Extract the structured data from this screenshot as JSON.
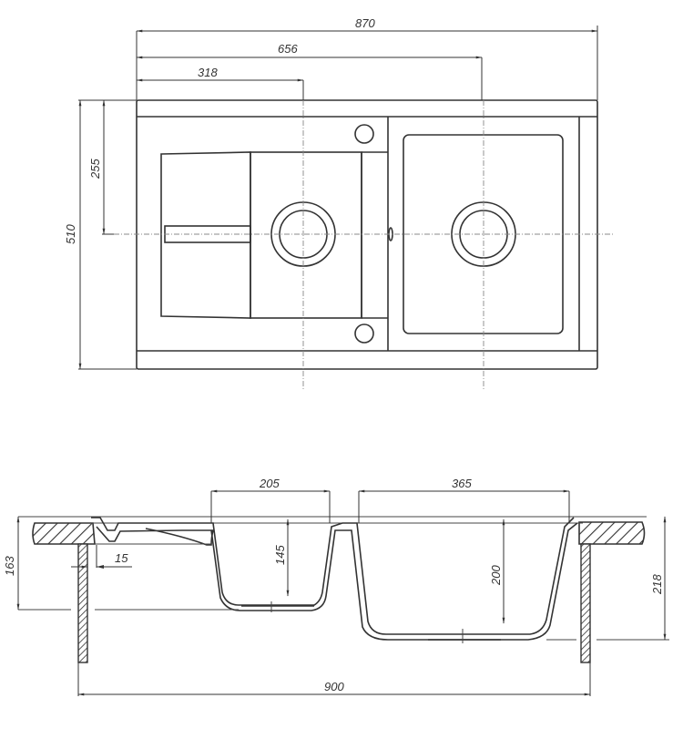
{
  "top_view": {
    "dimensions": {
      "overall_length": "870",
      "drain_right_offset": "656",
      "drain_left_offset": "318",
      "overall_width": "510",
      "drain_center_from_edge": "255"
    }
  },
  "section_view": {
    "dimensions": {
      "small_bowl_width": "205",
      "large_bowl_width": "365",
      "small_bowl_depth": "145",
      "large_bowl_depth": "200",
      "overall_height_left": "163",
      "overall_height_right": "218",
      "rim_overhang": "15",
      "cabinet_width": "900"
    }
  }
}
